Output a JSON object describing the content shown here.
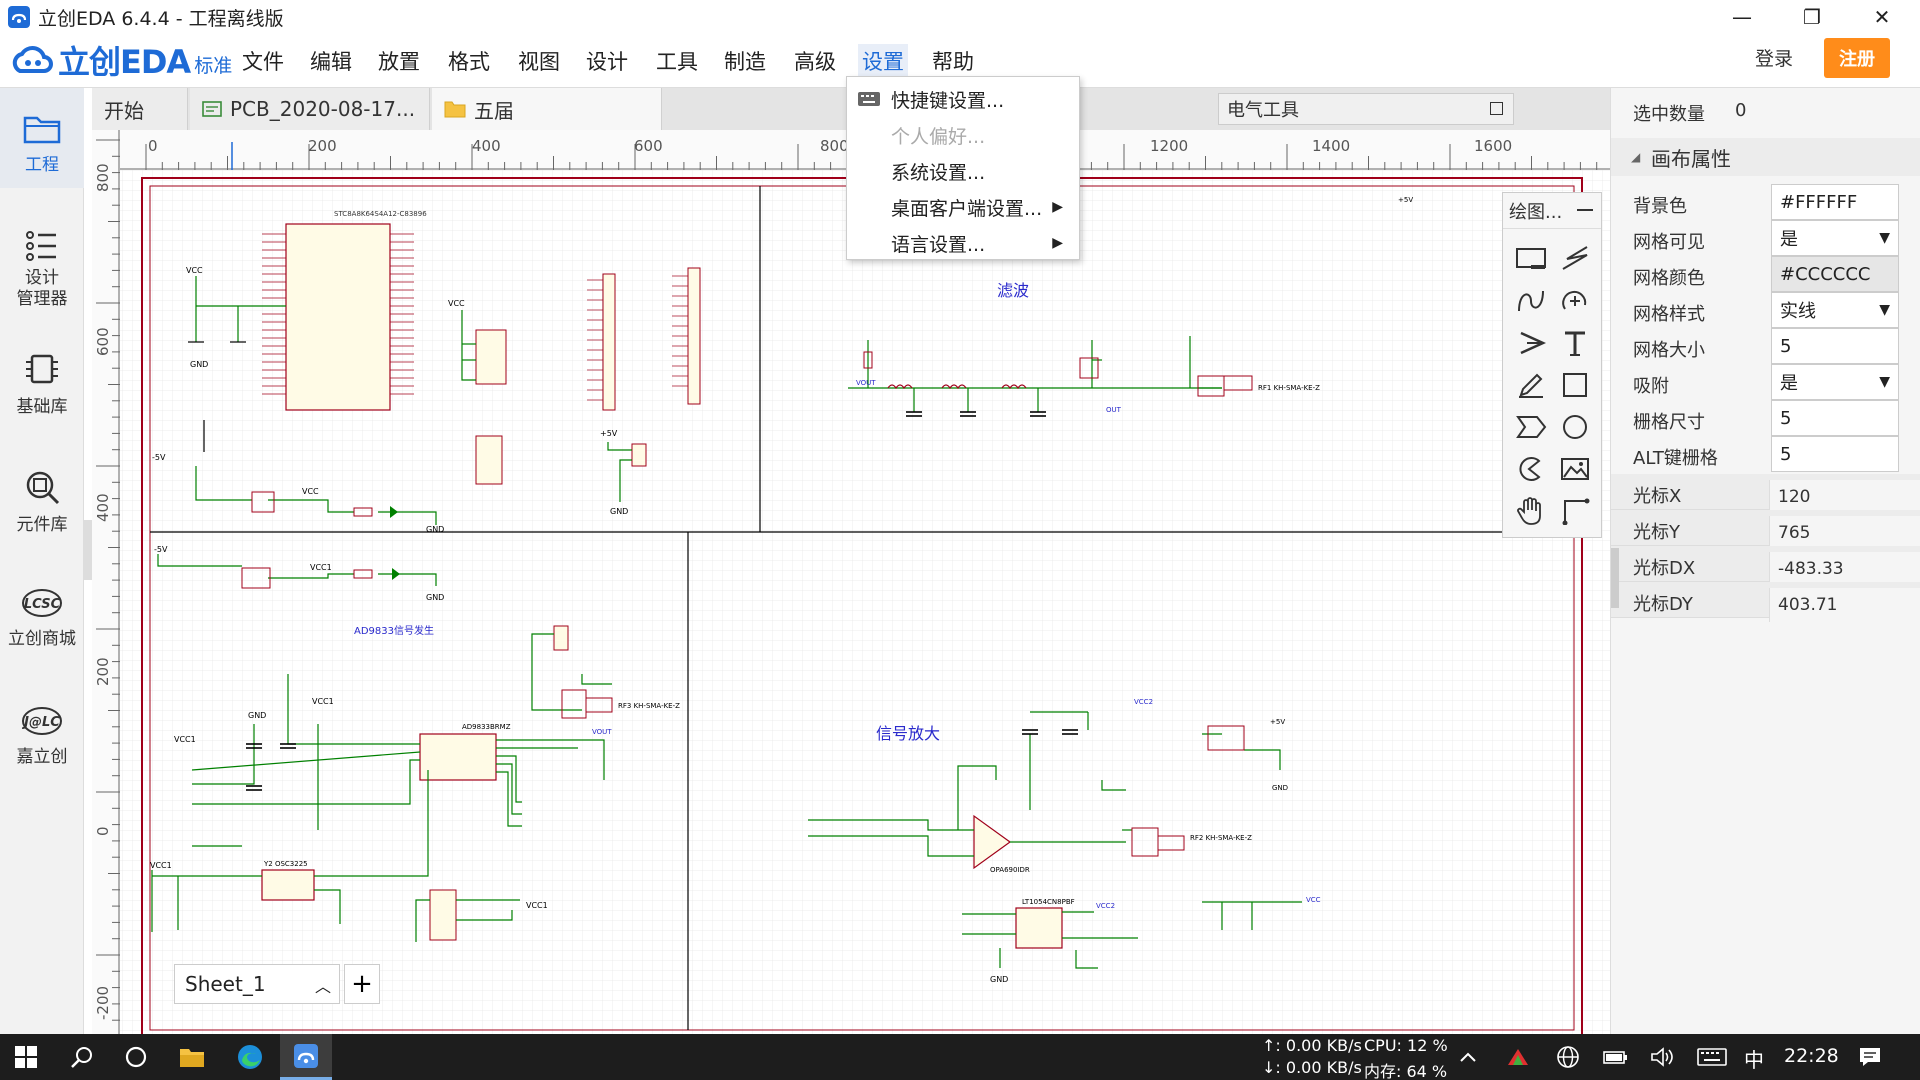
{
  "window": {
    "title": "立创EDA 6.4.4 - 工程离线版",
    "minimize": "—",
    "restore": "❐",
    "close": "✕"
  },
  "brand": {
    "name": "立创EDA",
    "tag": "标准"
  },
  "menu": [
    "文件",
    "编辑",
    "放置",
    "格式",
    "视图",
    "设计",
    "工具",
    "制造",
    "高级",
    "设置",
    "帮助"
  ],
  "account": {
    "login": "登录",
    "register": "注册"
  },
  "sidebar": [
    {
      "label": "工程",
      "icon": "folder-icon"
    },
    {
      "label": "设计\n管理器",
      "icon": "list-icon"
    },
    {
      "label": "基础库",
      "icon": "chip-icon"
    },
    {
      "label": "元件库",
      "icon": "component-search-icon"
    },
    {
      "label": "立创商城",
      "icon": "lcsc-icon"
    },
    {
      "label": "嘉立创",
      "icon": "jlc-icon"
    }
  ],
  "tabs": [
    {
      "label": "开始"
    },
    {
      "label": "PCB_2020-08-17..."
    },
    {
      "label": "五届"
    }
  ],
  "settings_menu": [
    {
      "label": "快捷键设置...",
      "disabled": false,
      "submenu": false
    },
    {
      "label": "个人偏好...",
      "disabled": true,
      "submenu": false
    },
    {
      "label": "系统设置...",
      "disabled": false,
      "submenu": false
    },
    {
      "label": "桌面客户端设置...",
      "disabled": false,
      "submenu": true
    },
    {
      "label": "语言设置...",
      "disabled": false,
      "submenu": true
    }
  ],
  "electric_tools": {
    "title": "电气工具"
  },
  "draw_tools": {
    "title": "绘图..."
  },
  "ruler": {
    "top": [
      "0",
      "200",
      "400",
      "600",
      "800",
      "1200",
      "1400",
      "1600"
    ],
    "left": [
      "800",
      "600",
      "400",
      "200",
      "0",
      "-200"
    ]
  },
  "schematic": {
    "labels": {
      "filter": "滤波",
      "amp": "信号放大",
      "ad9833": "AD9833信号发生",
      "u2": "STC8A8K64S4A12-C83896",
      "u3": "AD9833BRMZ",
      "u1": "OPA690IDR",
      "u4": "LT1054CN8PBF",
      "vcc": "VCC",
      "vcc1": "VCC1",
      "vcc2": "VCC2",
      "gnd": "GND",
      "p5v": "+5V",
      "m5v": "-5V",
      "vout": "VOUT",
      "out": "OUT",
      "rf1": "RF1 KH-SMA-KE-Z",
      "rf2": "RF2 KH-SMA-KE-Z",
      "rf3": "RF3 KH-SMA-KE-Z",
      "y2": "Y2 OSC3225"
    }
  },
  "sheet": {
    "name": "Sheet_1",
    "add": "+"
  },
  "right_panel": {
    "selected_label": "选中数量",
    "selected_value": "0",
    "section": "画布属性",
    "props": [
      {
        "label": "背景色",
        "value": "#FFFFFF",
        "type": "text"
      },
      {
        "label": "网格可见",
        "value": "是",
        "type": "select"
      },
      {
        "label": "网格颜色",
        "value": "#CCCCCC",
        "type": "color"
      },
      {
        "label": "网格样式",
        "value": "实线",
        "type": "select"
      },
      {
        "label": "网格大小",
        "value": "5",
        "type": "text"
      },
      {
        "label": "吸附",
        "value": "是",
        "type": "select"
      },
      {
        "label": "栅格尺寸",
        "value": "5",
        "type": "text"
      },
      {
        "label": "ALT键栅格",
        "value": "5",
        "type": "text"
      }
    ],
    "cursor": [
      {
        "label": "光标X",
        "value": "120"
      },
      {
        "label": "光标Y",
        "value": "765"
      },
      {
        "label": "光标DX",
        "value": "-483.33"
      },
      {
        "label": "光标DY",
        "value": "403.71"
      }
    ]
  },
  "taskbar": {
    "net_up": "↑: 0.00 KB/s",
    "net_down": "↓: 0.00 KB/s",
    "cpu": "CPU: 12 %",
    "mem": "内存: 64 %",
    "ime": "中",
    "time": "22:28"
  },
  "colors": {
    "accent": "#1e6bd6",
    "register": "#ff8c1a",
    "wire": "#008000",
    "border": "#a0001a"
  }
}
